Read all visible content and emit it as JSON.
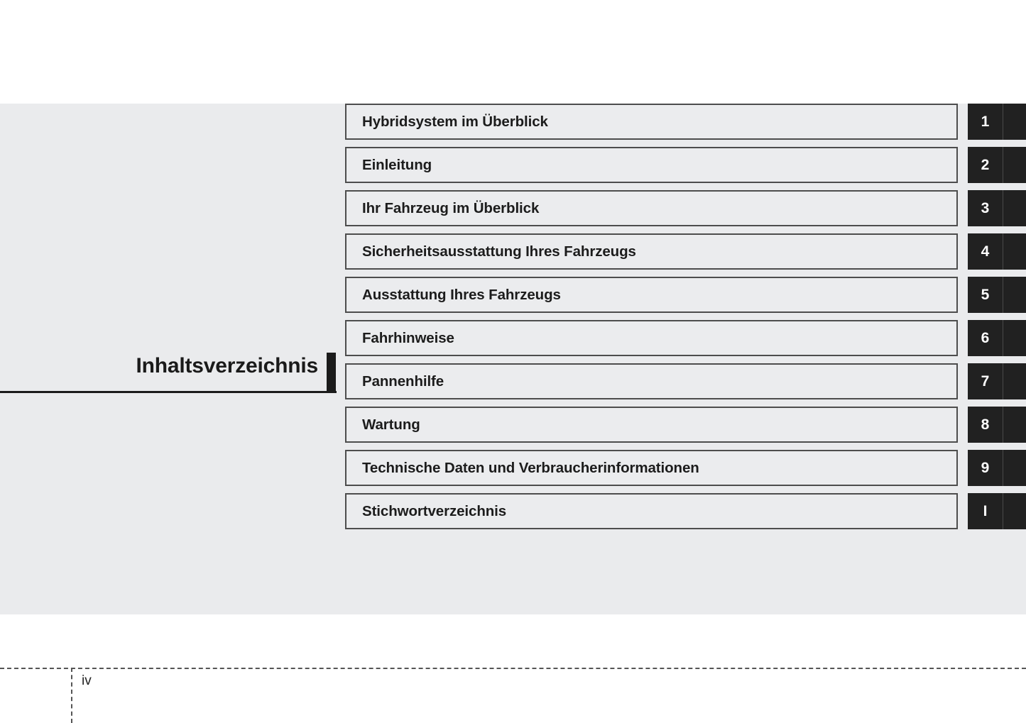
{
  "document": {
    "page_title": "Inhaltsverzeichnis",
    "page_number": "iv"
  },
  "colors": {
    "panel_background": "#eaebed",
    "box_fill": "#ebecee",
    "box_border": "#4d4d4d",
    "tab_background": "#212121",
    "tab_text": "#ffffff",
    "accent_bar": "#1b1b1b",
    "footer_rule": "#555555"
  },
  "table_of_contents": [
    {
      "tab": "1",
      "label": "Hybridsystem im Überblick"
    },
    {
      "tab": "2",
      "label": "Einleitung"
    },
    {
      "tab": "3",
      "label": "Ihr Fahrzeug im Überblick"
    },
    {
      "tab": "4",
      "label": "Sicherheitsausstattung Ihres Fahrzeugs"
    },
    {
      "tab": "5",
      "label": "Ausstattung Ihres Fahrzeugs"
    },
    {
      "tab": "6",
      "label": "Fahrhinweise"
    },
    {
      "tab": "7",
      "label": "Pannenhilfe"
    },
    {
      "tab": "8",
      "label": "Wartung"
    },
    {
      "tab": "9",
      "label": "Technische Daten und Verbraucherinformationen"
    },
    {
      "tab": "I",
      "label": "Stichwortverzeichnis"
    }
  ]
}
